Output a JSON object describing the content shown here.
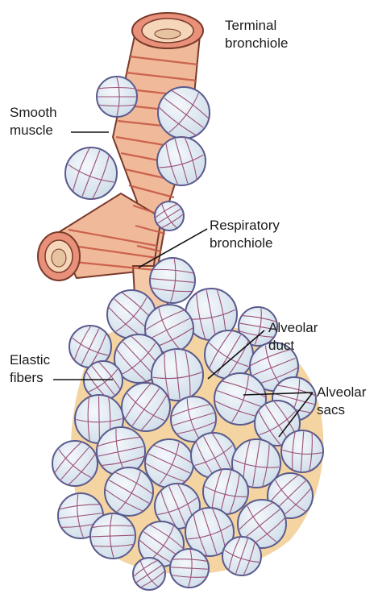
{
  "labels": {
    "terminal_bronchiole": [
      "Terminal",
      "bronchiole"
    ],
    "smooth_muscle": [
      "Smooth",
      "muscle"
    ],
    "respiratory_bronchiole": [
      "Respiratory",
      "bronchiole"
    ],
    "elastic_fibers": [
      "Elastic",
      "fibers"
    ],
    "alveolar_duct": [
      "Alveolar",
      "duct"
    ],
    "alveolar_sacs": [
      "Alveolar",
      "sacs"
    ]
  },
  "colors": {
    "bronchiole_muscle": "#e8907a",
    "bronchiole_wall": "#f6d6b8",
    "alveolus_fill": "#e4eef5",
    "alveolus_outline": "#5a5a8e",
    "alveolus_fiber": "#9a4f78",
    "duct_fill": "#f2cc8f",
    "leader_line": "#111111"
  }
}
